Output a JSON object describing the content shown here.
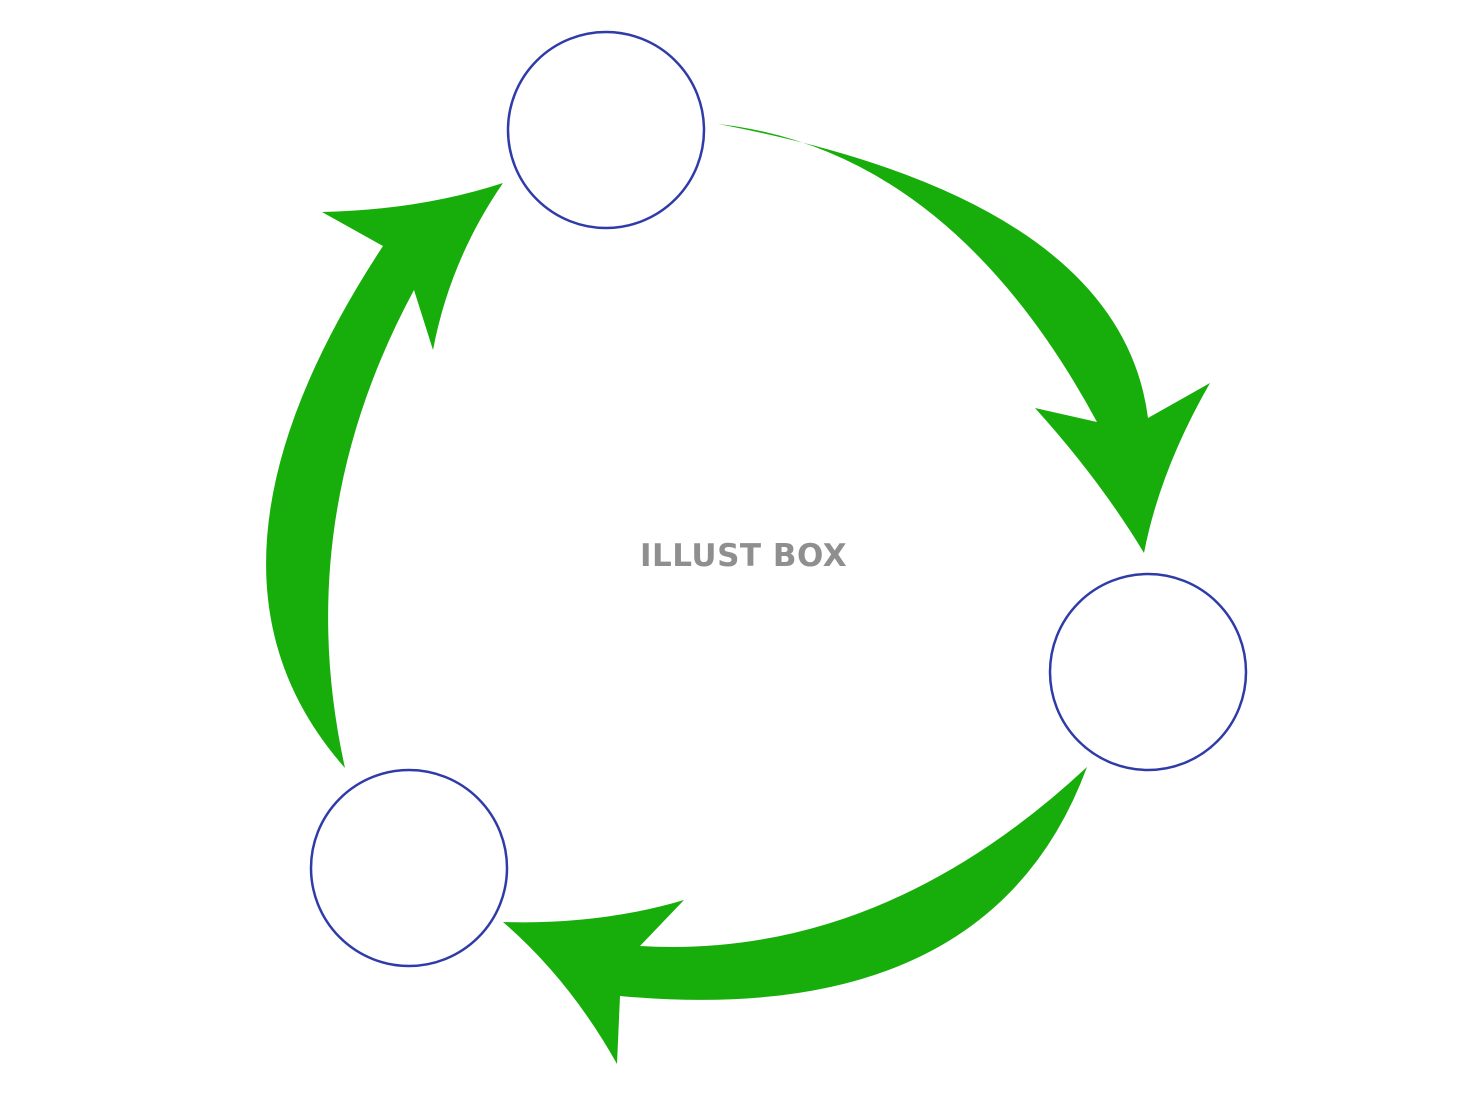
{
  "watermark": {
    "text": "ILLUST BOX",
    "color": "#8f8f8f"
  },
  "diagram": {
    "type": "cycle",
    "node_count": 3,
    "arrow_color": "#17ae0b",
    "node_outline_color": "#2f3ca8",
    "node_fill_color": "#ffffff",
    "direction": "clockwise",
    "nodes": [
      {
        "id": "node-top",
        "label": ""
      },
      {
        "id": "node-right",
        "label": ""
      },
      {
        "id": "node-bottom-left",
        "label": ""
      }
    ],
    "arrows": [
      {
        "from": "node-top",
        "to": "node-right"
      },
      {
        "from": "node-right",
        "to": "node-bottom-left"
      },
      {
        "from": "node-bottom-left",
        "to": "node-top"
      }
    ]
  }
}
